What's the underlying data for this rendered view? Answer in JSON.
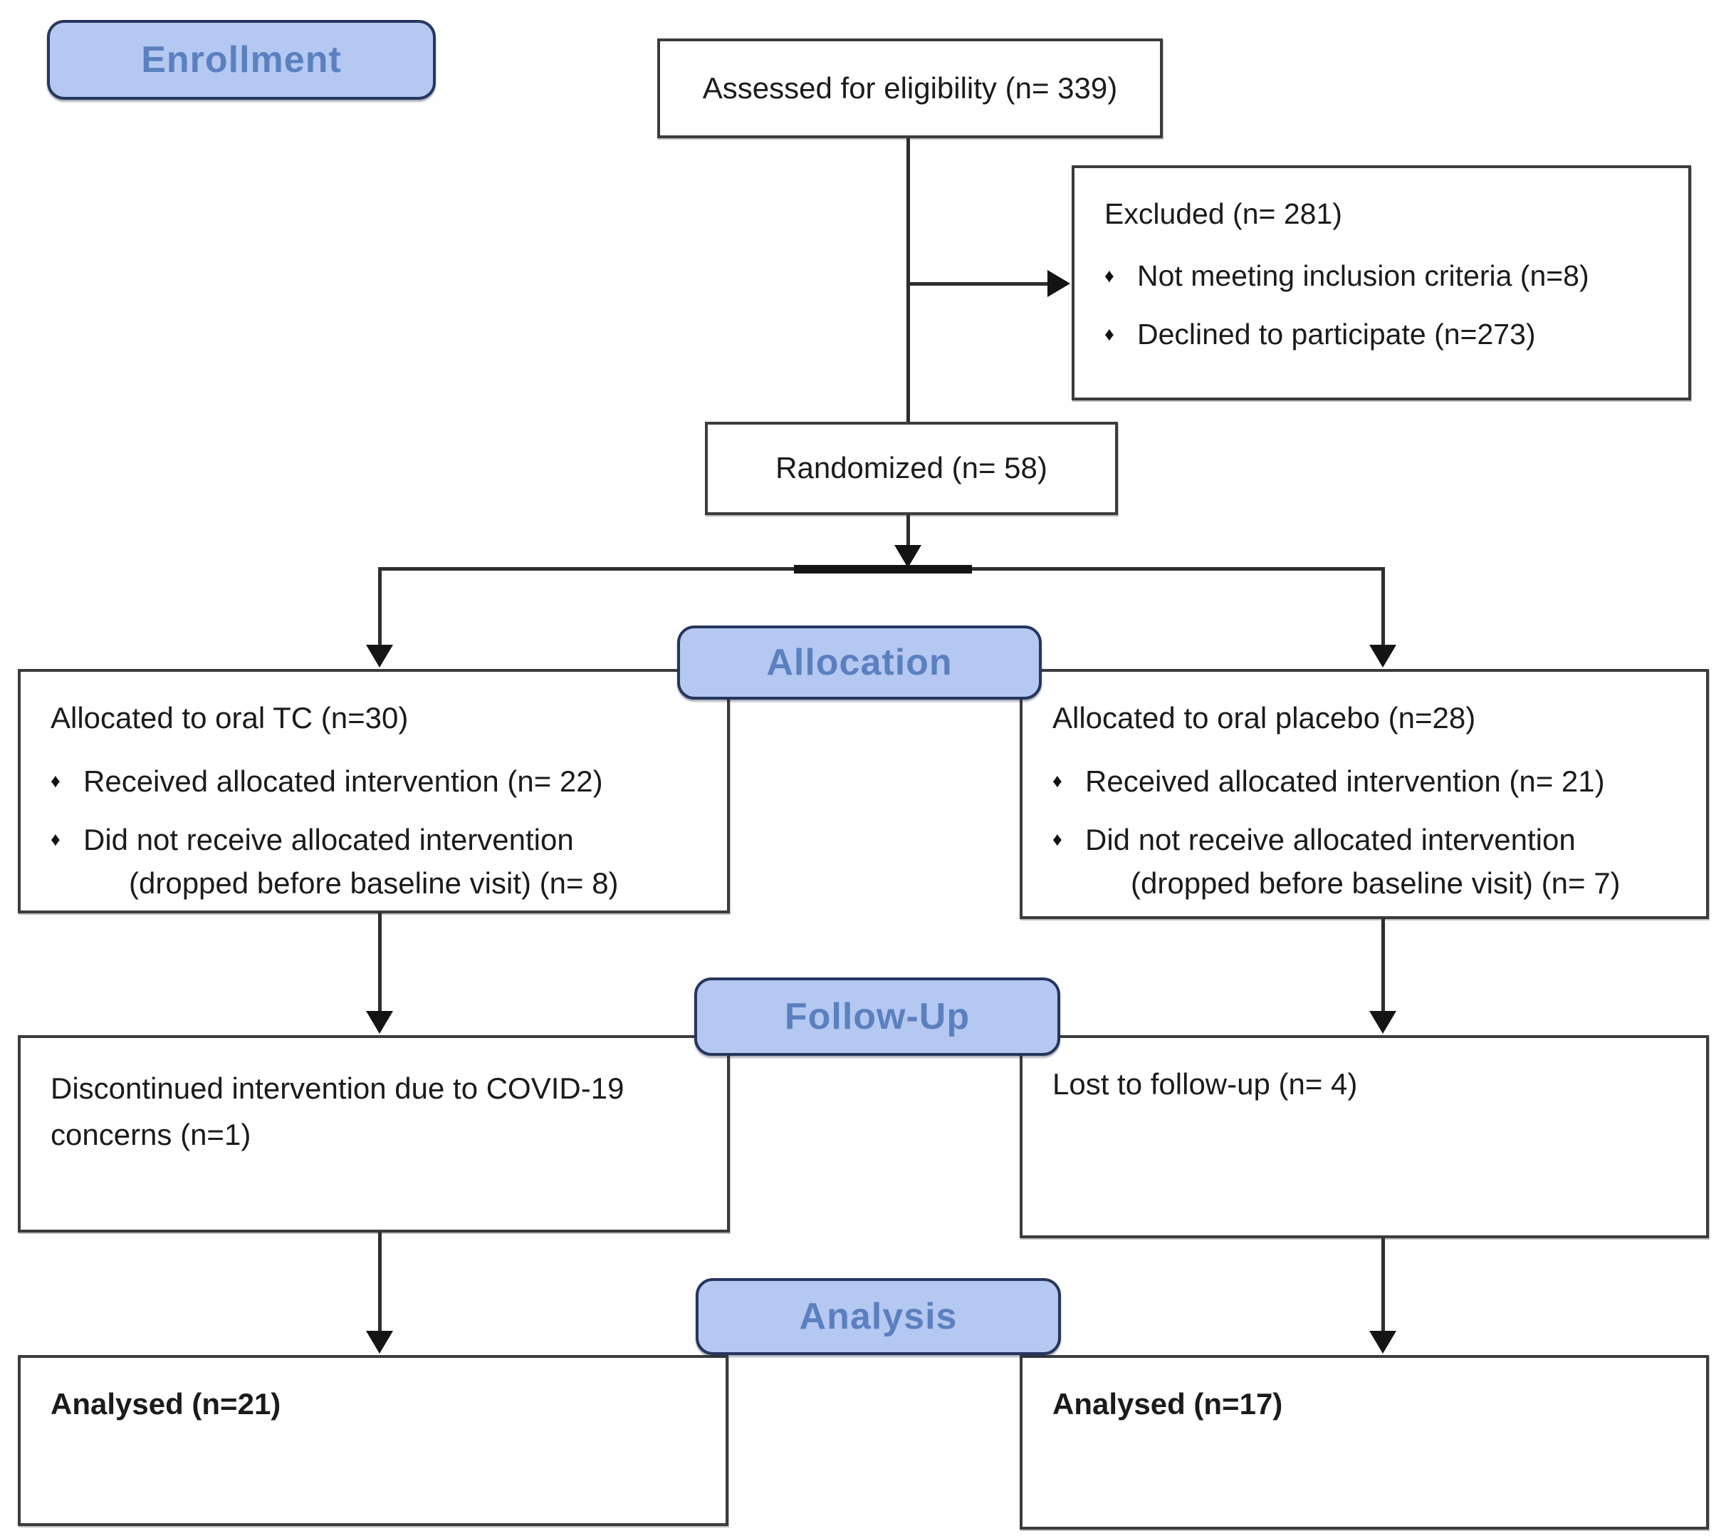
{
  "diagram_title": "CONSORT participant flow diagram",
  "bullet_glyph": "♦",
  "colors": {
    "badge_fill": "#b5c8f1",
    "badge_border": "#26365c",
    "badge_text": "#5b80c0",
    "box_border": "#3b3b3b",
    "connector": "#2e2e2e",
    "text": "#1b1b1b"
  },
  "stages": {
    "enrollment": "Enrollment",
    "allocation": "Allocation",
    "followup": "Follow-Up",
    "analysis": "Analysis"
  },
  "boxes": {
    "assessed": {
      "text": "Assessed for eligibility (n= 339)"
    },
    "excluded": {
      "title": "Excluded (n= 281)",
      "bullets": [
        "Not meeting inclusion criteria (n=8)",
        "Declined to participate (n=273)"
      ]
    },
    "randomized": {
      "text": "Randomized (n= 58)"
    },
    "allocation_left": {
      "title": "Allocated to oral TC (n=30)",
      "bullet1": "Received allocated intervention (n= 22)",
      "bullet2": "Did not receive allocated intervention",
      "bullet2_cont": "(dropped before baseline visit) (n= 8)"
    },
    "allocation_right": {
      "title": "Allocated to oral placebo (n=28)",
      "bullet1": "Received allocated intervention (n= 21)",
      "bullet2": "Did not receive allocated intervention",
      "bullet2_cont": "(dropped before baseline visit) (n= 7)"
    },
    "followup_left": {
      "text": "Discontinued intervention due to COVID-19 concerns (n=1)"
    },
    "followup_right": {
      "text": "Lost to follow-up (n= 4)"
    },
    "analysis_left": {
      "text": "Analysed (n=21)"
    },
    "analysis_right": {
      "text": "Analysed (n=17)"
    }
  }
}
